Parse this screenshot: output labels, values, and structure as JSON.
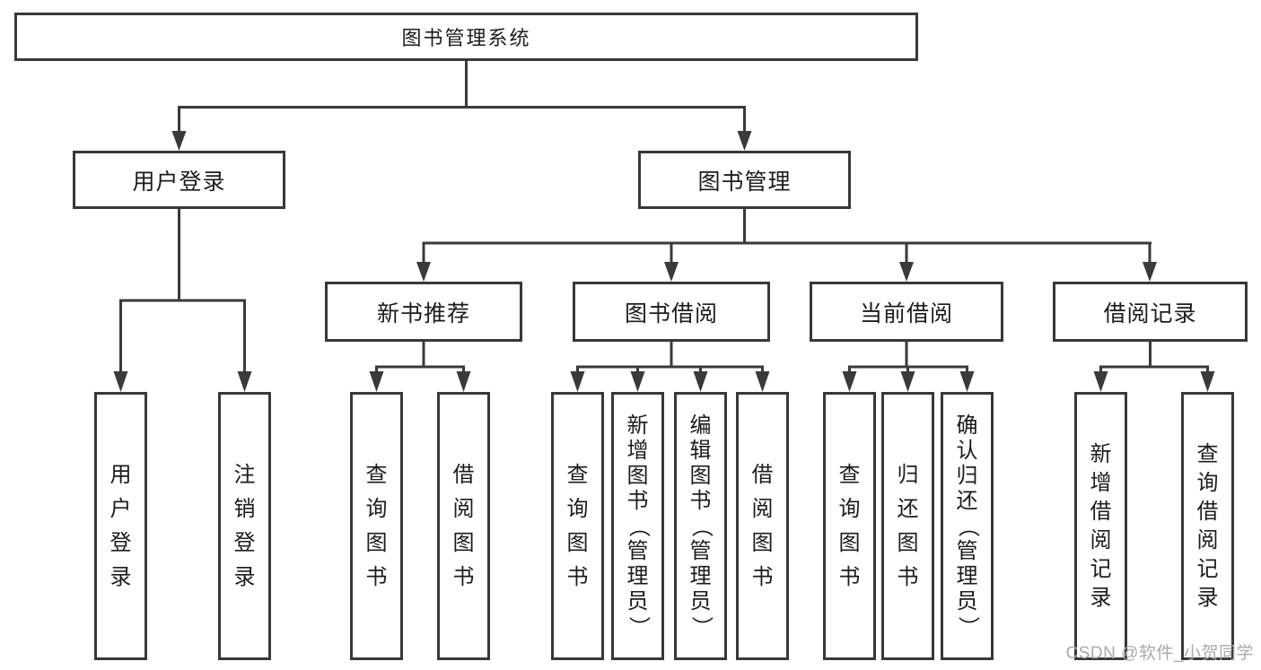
{
  "watermark": "CSDN @软件_小贺同学",
  "colors": {
    "line": "#3a3a3a",
    "border": "#383838",
    "text": "#1c1c1c",
    "watermark": "#a9a9a9",
    "background": "#ffffff"
  },
  "tree": {
    "root": "图书管理系统",
    "branches": [
      {
        "label": "用户登录",
        "leaves": [
          "用户登录",
          "注销登录"
        ]
      },
      {
        "label": "图书管理",
        "groups": [
          {
            "label": "新书推荐",
            "leaves": [
              "查询图书",
              "借阅图书"
            ]
          },
          {
            "label": "图书借阅",
            "leaves": [
              "查询图书",
              "新增图书（管理员）",
              "编辑图书（管理员）",
              "借阅图书"
            ]
          },
          {
            "label": "当前借阅",
            "leaves": [
              "查询图书",
              "归还图书",
              "确认归还（管理员）"
            ]
          },
          {
            "label": "借阅记录",
            "leaves": [
              "新增借阅记录",
              "查询借阅记录"
            ]
          }
        ]
      }
    ]
  }
}
